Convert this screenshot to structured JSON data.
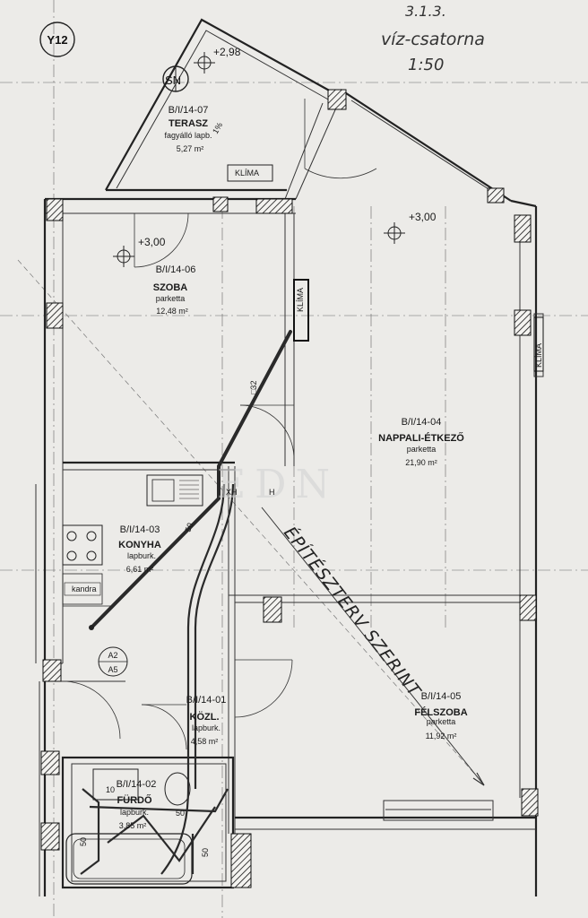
{
  "header": {
    "grid_label": "Y12",
    "handwritten_line1": "3.1.3.",
    "handwritten_line2": "víz-csatorna",
    "handwritten_line3": "1:50",
    "north": "SN"
  },
  "levels": {
    "terrace": "+2,98",
    "room_06": "+3,00",
    "room_04": "+3,00"
  },
  "rooms": [
    {
      "id": "terasz",
      "code": "B/I/14-07",
      "name": "TERASZ",
      "floor": "fagyálló lapb.",
      "area": "5,27 m²"
    },
    {
      "id": "szoba",
      "code": "B/I/14-06",
      "name": "SZOBA",
      "floor": "parketta",
      "area": "12,48 m²"
    },
    {
      "id": "nappali",
      "code": "B/I/14-04",
      "name": "NAPPALI-ÉTKEZŐ",
      "floor": "parketta",
      "area": "21,90 m²"
    },
    {
      "id": "konyha",
      "code": "B/I/14-03",
      "name": "KONYHA",
      "floor": "lapburk.",
      "area": "6,61 m²"
    },
    {
      "id": "kozl",
      "code": "B/I/14-01",
      "name": "KÖZL.",
      "floor": "lapburk.",
      "area": "4,58 m²"
    },
    {
      "id": "felszoba",
      "code": "B/I/14-05",
      "name": "FÉLSZOBA",
      "floor": "parketta",
      "area": "11,92 m²"
    },
    {
      "id": "furdo",
      "code": "B/I/14-02",
      "name": "FÜRDŐ",
      "floor": "lapburk.",
      "area": "3,85 m²"
    }
  ],
  "labels": {
    "klima1": "KLÍMA",
    "klima2": "KLÍMA",
    "klima3": "KLÍMA",
    "slope": "1%",
    "pipe_dim_1": "50",
    "pipe_dim_2": "50",
    "pipe_dim_3": "50",
    "pipe_dim_4": "50",
    "size_32": "□32",
    "hood": "kandra",
    "tag_a2": "A2",
    "tag_a5": "A5",
    "shaft": "H",
    "shaft_note": "XH",
    "num_10": "10",
    "handwritten_note": "ÉPÍTÉSZTERV SZERINT"
  },
  "watermark": "EDN"
}
